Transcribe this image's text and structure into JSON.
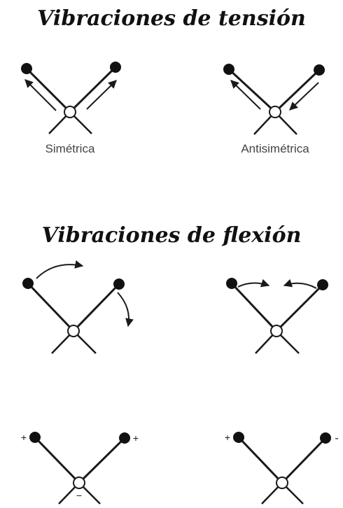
{
  "headings": {
    "tension": "Vibraciones de tensión",
    "flexion": "Vibraciones de flexión"
  },
  "captions": {
    "symmetric": "Simétrica",
    "antisymmetric": "Antisimétrica"
  },
  "signs": {
    "plus": "+",
    "minus": "-",
    "center_minus": "−"
  },
  "colors": {
    "line": "#1a1a1a",
    "atom": "#111111",
    "center_fill": "#ffffff"
  }
}
